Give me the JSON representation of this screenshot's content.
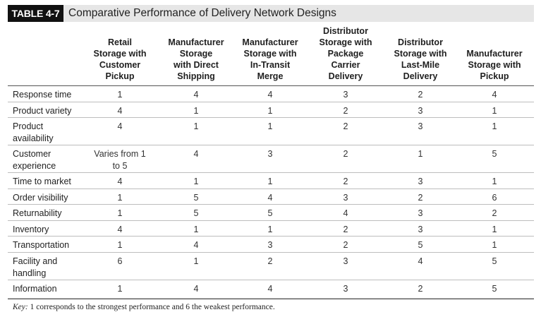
{
  "table": {
    "number": "TABLE 4-7",
    "title": "Comparative Performance of Delivery Network Designs",
    "columns": [
      "Retail Storage with Customer Pickup",
      "Manufacturer Storage with Direct Shipping",
      "Manufacturer Storage with In-Transit Merge",
      "Distributor Storage with Package Carrier Delivery",
      "Distributor Storage with Last-Mile Delivery",
      "Manufacturer Storage with Pickup"
    ],
    "column_lines": [
      [
        "Retail",
        "Storage with",
        "Customer",
        "Pickup"
      ],
      [
        "Manufacturer",
        "Storage",
        "with Direct",
        "Shipping"
      ],
      [
        "Manufacturer",
        "Storage with",
        "In-Transit",
        "Merge"
      ],
      [
        "Distributor",
        "Storage with",
        "Package",
        "Carrier",
        "Delivery"
      ],
      [
        "Distributor",
        "Storage with",
        "Last-Mile",
        "Delivery"
      ],
      [
        "Manufacturer",
        "Storage with",
        "Pickup"
      ]
    ],
    "rows": [
      {
        "label": "Response time",
        "values": [
          "1",
          "4",
          "4",
          "3",
          "2",
          "4"
        ]
      },
      {
        "label": "Product variety",
        "values": [
          "4",
          "1",
          "1",
          "2",
          "3",
          "1"
        ]
      },
      {
        "label": "Product availability",
        "values": [
          "4",
          "1",
          "1",
          "2",
          "3",
          "1"
        ]
      },
      {
        "label": "Customer experience",
        "values": [
          "Varies from 1 to 5",
          "4",
          "3",
          "2",
          "1",
          "5"
        ]
      },
      {
        "label": "Time to market",
        "values": [
          "4",
          "1",
          "1",
          "2",
          "3",
          "1"
        ]
      },
      {
        "label": "Order visibility",
        "values": [
          "1",
          "5",
          "4",
          "3",
          "2",
          "6"
        ]
      },
      {
        "label": "Returnability",
        "values": [
          "1",
          "5",
          "5",
          "4",
          "3",
          "2"
        ]
      },
      {
        "label": "Inventory",
        "values": [
          "4",
          "1",
          "1",
          "2",
          "3",
          "1"
        ]
      },
      {
        "label": "Transportation",
        "values": [
          "1",
          "4",
          "3",
          "2",
          "5",
          "1"
        ]
      },
      {
        "label": "Facility and handling",
        "values": [
          "6",
          "1",
          "2",
          "3",
          "4",
          "5"
        ]
      },
      {
        "label": "Information",
        "values": [
          "1",
          "4",
          "4",
          "3",
          "2",
          "5"
        ]
      }
    ],
    "key_label": "Key:",
    "key_text": "1 corresponds to the strongest performance and 6 the weakest performance."
  }
}
